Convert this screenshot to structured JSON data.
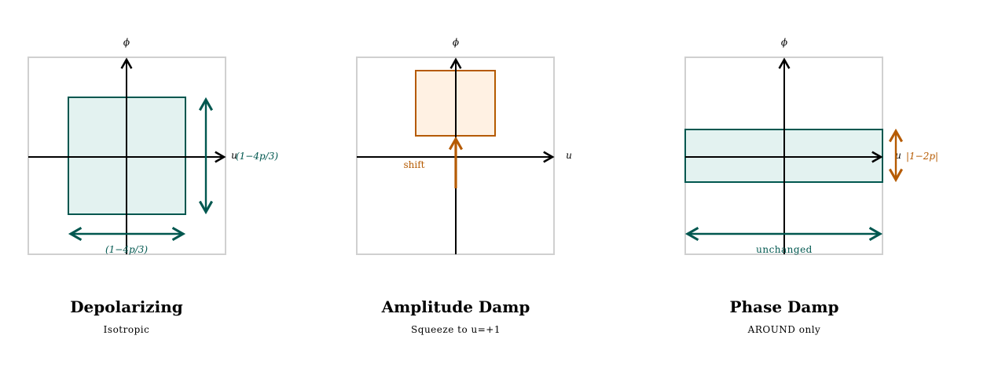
{
  "colors": {
    "teal": "#00574f",
    "teal_fill": "#e3f2f0",
    "orange": "#b55a00",
    "orange_fill": "#fff1e3",
    "frame": "#d0d0d0",
    "axis": "#000000"
  },
  "panels": [
    {
      "id": "depolarizing",
      "axis_y_label": "ϕ",
      "axis_x_label": "u",
      "title": "Depolarizing",
      "subtitle": "Isotropic",
      "horizontal_arrow_label": "(1−4p/3)",
      "vertical_arrow_label": "(1−4p/3)"
    },
    {
      "id": "amplitude-damp",
      "axis_y_label": "ϕ",
      "axis_x_label": "u",
      "title": "Amplitude Damp",
      "subtitle": "Squeeze to u=+1",
      "shift_label": "shift"
    },
    {
      "id": "phase-damp",
      "axis_y_label": "ϕ",
      "axis_x_label": "u",
      "title": "Phase Damp",
      "subtitle": "AROUND only",
      "horizontal_arrow_label": "unchanged",
      "vertical_arrow_label": "|1−2p|"
    }
  ]
}
